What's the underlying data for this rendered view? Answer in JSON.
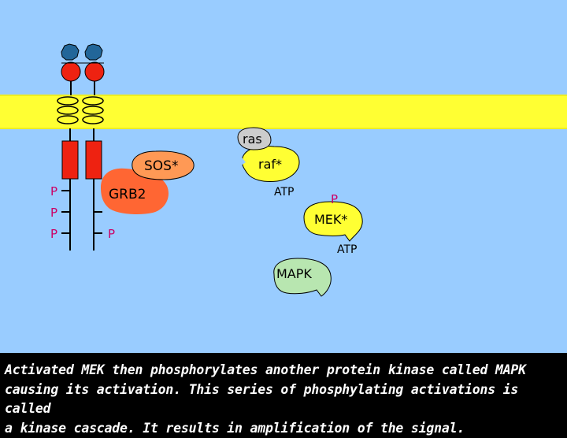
{
  "labels": {
    "ras": "ras",
    "raf": "raf*",
    "sos": "SOS*",
    "grb2": "GRB2",
    "mek": "MEK*",
    "mapk": "MAPK",
    "atp_raf": "ATP",
    "atp_mek": "ATP",
    "p_left_1": "P",
    "p_left_2": "P",
    "p_left_3": "P",
    "p_right_3": "P",
    "p_mek": "P"
  },
  "caption": {
    "text": "Activated MEK then phosphorylates another protein kinase called MAPK\ncausing its activation. This series of phosphylating activations is called\na kinase cascade. It results in amplification of the signal."
  },
  "colors": {
    "background": "#99ccff",
    "membrane": "#ffff33",
    "receptor_red": "#ee2211",
    "ligand_blue": "#226699",
    "sos": "#ff9955",
    "grb2": "#ff6633",
    "ras": "#cccccc",
    "raf": "#ffff33",
    "mek": "#ffff33",
    "mapk": "#b8e6b0",
    "phosphate_text": "#cc0066",
    "caption_bg": "#000000",
    "caption_text": "#ffffff"
  }
}
